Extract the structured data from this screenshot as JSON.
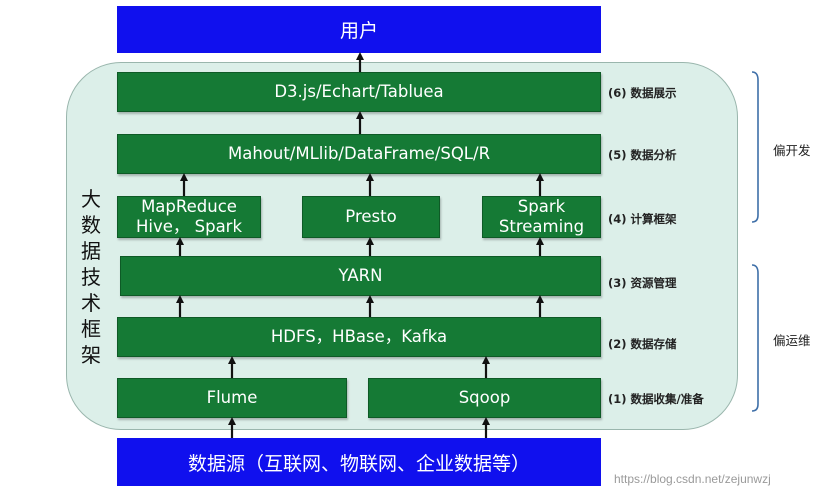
{
  "top": {
    "label": "用户"
  },
  "bottom": {
    "label": "数据源（互联网、物联网、企业数据等）"
  },
  "framework_title": [
    "大",
    "数",
    "据",
    "技",
    "术",
    "框",
    "架"
  ],
  "boxes": {
    "d3": "D3.js/Echart/Tabluea",
    "mahout": "Mahout/MLlib/DataFrame/SQL/R",
    "mapreduce": [
      "MapReduce",
      "Hive，  Spark"
    ],
    "presto": "Presto",
    "spark_streaming": [
      "Spark",
      "Streaming"
    ],
    "yarn": "YARN",
    "hdfs": "HDFS，HBase，Kafka",
    "flume": "Flume",
    "sqoop": "Sqoop"
  },
  "layers": [
    "(6) 数据展示",
    "(5) 数据分析",
    "(4) 计算框架",
    "(3) 资源管理",
    "(2) 数据存储",
    "(1) 数据收集/准备"
  ],
  "sides": {
    "dev": "偏开发",
    "ops": "偏运维"
  },
  "watermark": "https://blog.csdn.net/zejunwzj"
}
